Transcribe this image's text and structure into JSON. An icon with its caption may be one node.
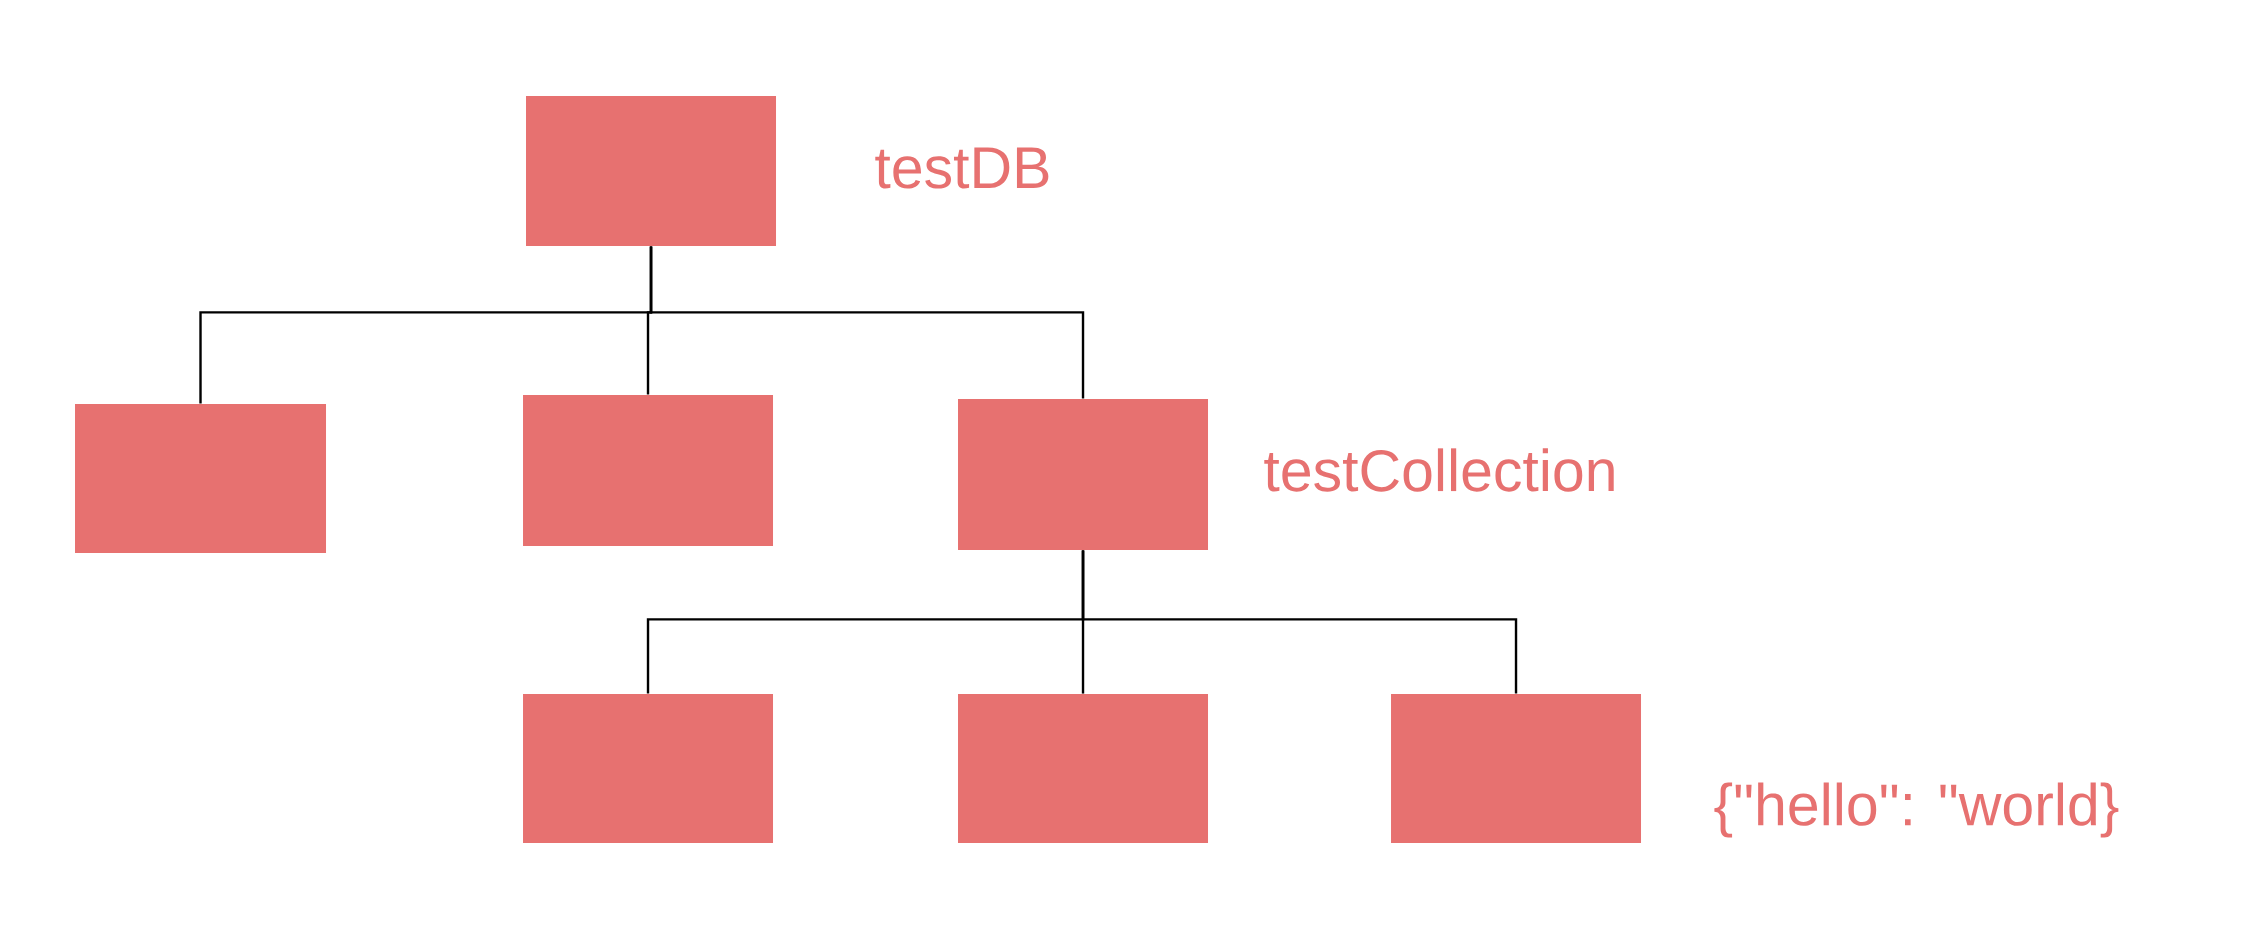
{
  "diagram": {
    "nodes": [
      {
        "text": [],
        "shape": "box",
        "beside": [
          "testDB"
        ]
      },
      {
        "text": [],
        "shape": "box"
      },
      {
        "text": [],
        "shape": "box"
      },
      {
        "text": [],
        "shape": "box",
        "beside": [
          "testCollection"
        ]
      },
      {
        "text": [],
        "shape": "box"
      },
      {
        "text": [],
        "shape": "box"
      },
      {
        "text": [],
        "shape": "box",
        "beside": [
          "{\"hello\": \"world}"
        ]
      }
    ],
    "edges": [
      {
        "from": 0,
        "to": 1,
        "arrow": "none"
      },
      {
        "from": 0,
        "to": 2,
        "arrow": "none"
      },
      {
        "from": 0,
        "to": 3,
        "arrow": "none"
      },
      {
        "from": 3,
        "to": 4,
        "arrow": "none"
      },
      {
        "from": 3,
        "to": 5,
        "arrow": "none"
      },
      {
        "from": 3,
        "to": 6,
        "arrow": "none"
      }
    ]
  }
}
